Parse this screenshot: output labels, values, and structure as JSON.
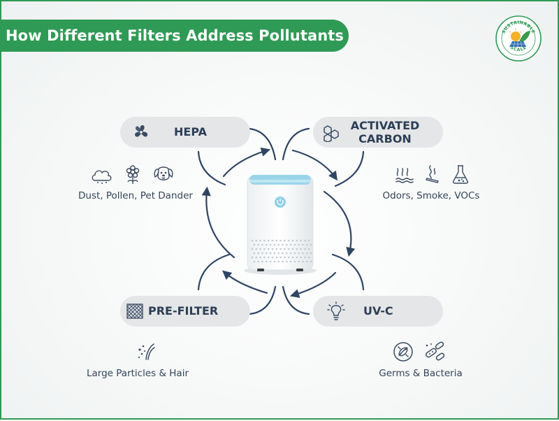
{
  "title": "How Different Filters Address Pollutants",
  "logo": {
    "top_text": "SUSTAINABLE",
    "bottom_text": "SCALE",
    "colors": {
      "ring": "#2f9a55",
      "sun": "#f3b229",
      "panel": "#2f6fb3",
      "leaf": "#3c9a4a"
    }
  },
  "filters": [
    {
      "id": "hepa",
      "label": "HEPA",
      "icon": "fan-icon",
      "pollutants": "Dust, Pollen, Pet Dander",
      "pollutant_icons": [
        "cloud-icon",
        "flower-icon",
        "dog-icon"
      ]
    },
    {
      "id": "carbon",
      "label_line1": "ACTIVATED",
      "label_line2": "CARBON",
      "icon": "hexagon-icon",
      "pollutants": "Odors, Smoke, VOCs",
      "pollutant_icons": [
        "odor-waves-icon",
        "smoke-icon",
        "flask-icon"
      ]
    },
    {
      "id": "prefilter",
      "label": "PRE-FILTER",
      "icon": "mesh-icon",
      "pollutants": "Large Particles & Hair",
      "pollutant_icons": [
        "particles-hair-icon"
      ]
    },
    {
      "id": "uvc",
      "label": "UV-C",
      "icon": "lightbulb-icon",
      "pollutants": "Germs & Bacteria",
      "pollutant_icons": [
        "germ-icon",
        "bacteria-icon"
      ]
    }
  ],
  "center_device": "air-purifier",
  "colors": {
    "accent": "#2f9a55",
    "pill": "#e4e6e8",
    "text": "#2d3e55",
    "arrow": "#2f4563",
    "device_glow": "#8fd0e8"
  }
}
